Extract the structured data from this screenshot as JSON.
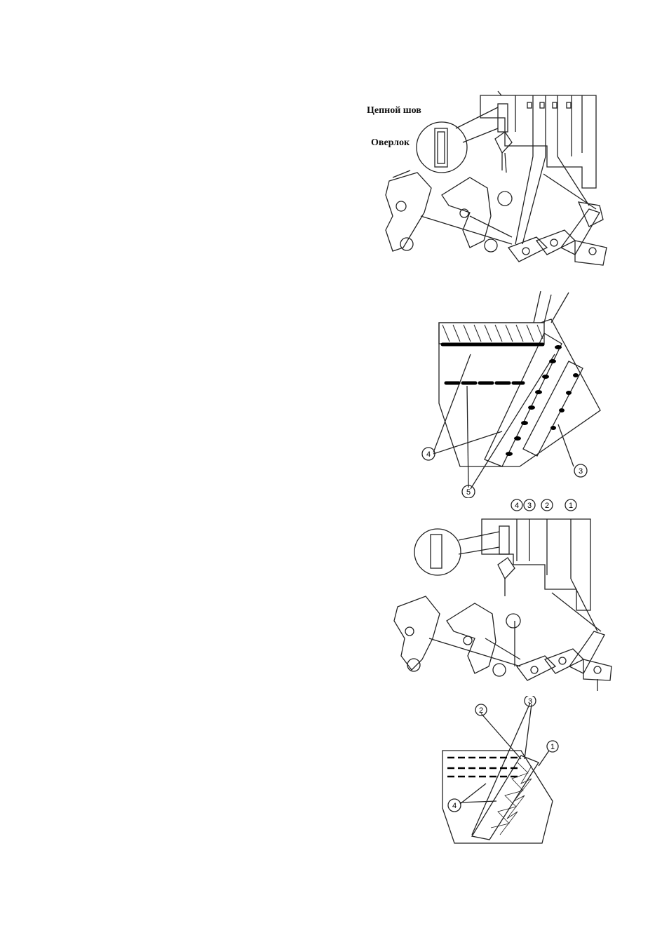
{
  "figure1": {
    "label_chain": "Цепной шов",
    "label_overlock": "Оверлок"
  },
  "figure2": {
    "callouts": [
      "4",
      "5",
      "3"
    ]
  },
  "figure3": {
    "callouts": [
      "4",
      "3",
      "2",
      "1"
    ]
  },
  "figure4": {
    "callouts": [
      "2",
      "3",
      "1",
      "4"
    ]
  }
}
